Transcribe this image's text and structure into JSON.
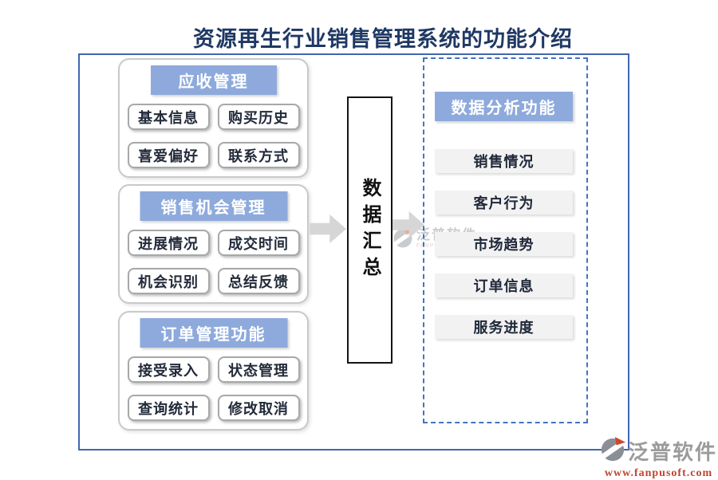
{
  "title": "资源再生行业销售管理系统的功能介绍",
  "colors": {
    "title_text": "#1F3864",
    "frame_border": "#3F66B0",
    "header_bg": "#8EAADC",
    "header_text": "#ffffff",
    "pill_text": "#232B3A",
    "right_item_bg": "#F2F2F2",
    "arrow_gray": "#D6D6D6",
    "brand_gray": "#9B9B9B",
    "brand_red": "#C0442E"
  },
  "left_groups": [
    {
      "header": "应收管理",
      "items": [
        "基本信息",
        "购买历史",
        "喜爱偏好",
        "联系方式"
      ]
    },
    {
      "header": "销售机会管理",
      "items": [
        "进展情况",
        "成交时间",
        "机会识别",
        "总结反馈"
      ]
    },
    {
      "header": "订单管理功能",
      "items": [
        "接受录入",
        "状态管理",
        "查询统计",
        "修改取消"
      ]
    }
  ],
  "center": {
    "label": "数据汇总"
  },
  "right_panel": {
    "header": "数据分析功能",
    "items": [
      "销售情况",
      "客户行为",
      "市场趋势",
      "订单信息",
      "服务进度"
    ]
  },
  "watermark": {
    "name": "泛普软件",
    "caption": "FANPU SOFTWARE"
  },
  "brand": {
    "name": "泛普软件",
    "url": "www.fanpusoft.com"
  },
  "icons": {
    "arrow_1": "right-block-arrow",
    "arrow_2": "right-block-arrow",
    "logo_mark": "fanpu-logo-mark"
  }
}
